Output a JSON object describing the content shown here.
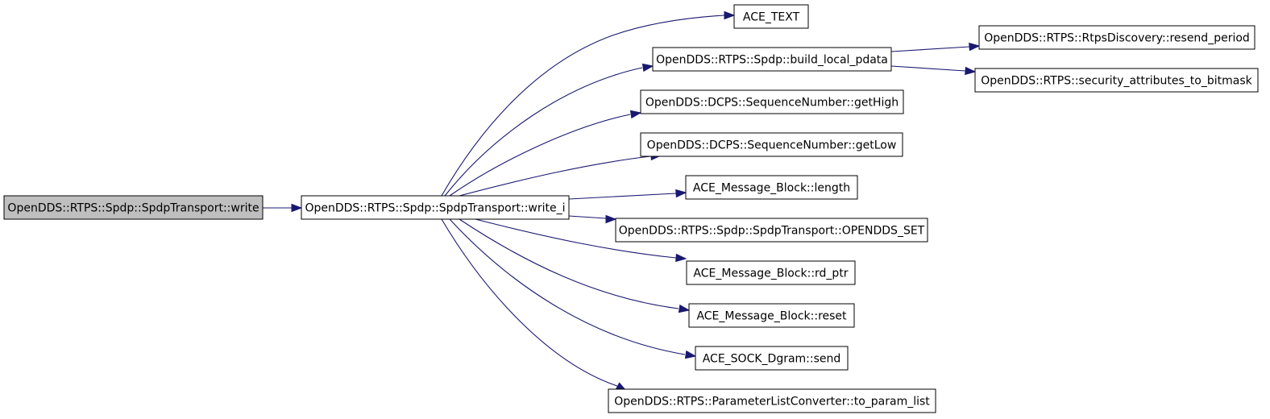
{
  "graph": {
    "nodes": [
      {
        "id": "write",
        "label": "OpenDDS::RTPS::Spdp::SpdpTransport::write",
        "root": true
      },
      {
        "id": "write_i",
        "label": "OpenDDS::RTPS::Spdp::SpdpTransport::write_i"
      },
      {
        "id": "ace_text",
        "label": "ACE_TEXT"
      },
      {
        "id": "build_local_pdata",
        "label": "OpenDDS::RTPS::Spdp::build_local_pdata"
      },
      {
        "id": "getHigh",
        "label": "OpenDDS::DCPS::SequenceNumber::getHigh"
      },
      {
        "id": "getLow",
        "label": "OpenDDS::DCPS::SequenceNumber::getLow"
      },
      {
        "id": "length",
        "label": "ACE_Message_Block::length"
      },
      {
        "id": "opendds_set",
        "label": "OpenDDS::RTPS::Spdp::SpdpTransport::OPENDDS_SET"
      },
      {
        "id": "rd_ptr",
        "label": "ACE_Message_Block::rd_ptr"
      },
      {
        "id": "reset",
        "label": "ACE_Message_Block::reset"
      },
      {
        "id": "send",
        "label": "ACE_SOCK_Dgram::send"
      },
      {
        "id": "to_param_list",
        "label": "OpenDDS::RTPS::ParameterListConverter::to_param_list"
      },
      {
        "id": "resend_period",
        "label": "OpenDDS::RTPS::RtpsDiscovery::resend_period"
      },
      {
        "id": "security_attributes",
        "label": "OpenDDS::RTPS::security_attributes_to_bitmask"
      }
    ],
    "edges": [
      {
        "from": "write",
        "to": "write_i"
      },
      {
        "from": "write_i",
        "to": "ace_text"
      },
      {
        "from": "write_i",
        "to": "build_local_pdata"
      },
      {
        "from": "write_i",
        "to": "getHigh"
      },
      {
        "from": "write_i",
        "to": "getLow"
      },
      {
        "from": "write_i",
        "to": "length"
      },
      {
        "from": "write_i",
        "to": "opendds_set"
      },
      {
        "from": "write_i",
        "to": "rd_ptr"
      },
      {
        "from": "write_i",
        "to": "reset"
      },
      {
        "from": "write_i",
        "to": "send"
      },
      {
        "from": "write_i",
        "to": "to_param_list"
      },
      {
        "from": "build_local_pdata",
        "to": "resend_period"
      },
      {
        "from": "build_local_pdata",
        "to": "security_attributes"
      }
    ],
    "colors": {
      "edge": "#191970",
      "root_fill": "#bfbfbf",
      "node_fill": "#ffffff",
      "border": "#000000"
    }
  }
}
